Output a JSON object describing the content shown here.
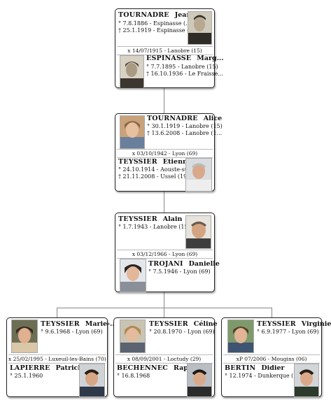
{
  "gen1": {
    "husband": {
      "surname": "TOURNADRE",
      "given": "Jean",
      "birth": "° 7.8.1886  - Espinasse (...",
      "death": "† 25.1.1919  - Espinasse (..."
    },
    "marriage": "x 14/07/1915 - Lanobre (15)",
    "wife": {
      "surname": "ESPINASSE",
      "given": "Marg...",
      "birth": "° 7.7.1895  - Lanobre (15)",
      "death": "† 16.10.1936  - Le Fraisse..."
    }
  },
  "gen2": {
    "wife": {
      "surname": "TOURNADRE",
      "given": "Alice",
      "birth": "° 30.1.1919  - Lanobre (15)",
      "death": "† 13.6.2008  - Lanobre (1..."
    },
    "marriage": "x 03/10/1942 - Lyon (69)",
    "husband": {
      "surname": "TEYSSIER",
      "given": "Etienne",
      "birth": "° 24.10.1914  - Aouste-su...",
      "death": "† 21.11.2008  - Ussel (19)"
    }
  },
  "gen3": {
    "husband": {
      "surname": "TEYSSIER",
      "given": "Alain",
      "birth": "° 1.7.1943  - Lanobre (15)"
    },
    "marriage": "x 03/12/1966 - Lyon (69)",
    "wife": {
      "surname": "TROJANI",
      "given": "Danielle",
      "birth": "° 7.5.1946  - Lyon (69)"
    }
  },
  "children": [
    {
      "surname": "TEYSSIER",
      "given": "Marie-...",
      "birth": "° 9.6.1968  - Lyon (69)",
      "marriage": "x 25/02/1995 - Luxeuil-les-Bains (70)",
      "spouse": {
        "surname": "LAPIERRE",
        "given": "Patrick",
        "birth": "° 25.1.1960"
      }
    },
    {
      "surname": "TEYSSIER",
      "given": "Céline",
      "birth": "° 20.8.1970  - Lyon (69)",
      "marriage": "x 08/09/2001 - Loctudy (29)",
      "spouse": {
        "surname": "BECHENNEC",
        "given": "Rap...",
        "birth": "° 16.8.1968"
      }
    },
    {
      "surname": "TEYSSIER",
      "given": "Virginie",
      "birth": "° 6.9.1977  - Lyon (69)",
      "marriage": "xP 07/2006 - Mougins (06)",
      "spouse": {
        "surname": "BERTIN",
        "given": "Didier",
        "birth": "° 12.1974  - Dunkerque (..."
      }
    }
  ],
  "colors": {
    "border": "#222222",
    "connector": "#888888",
    "background": "#ffffff"
  }
}
